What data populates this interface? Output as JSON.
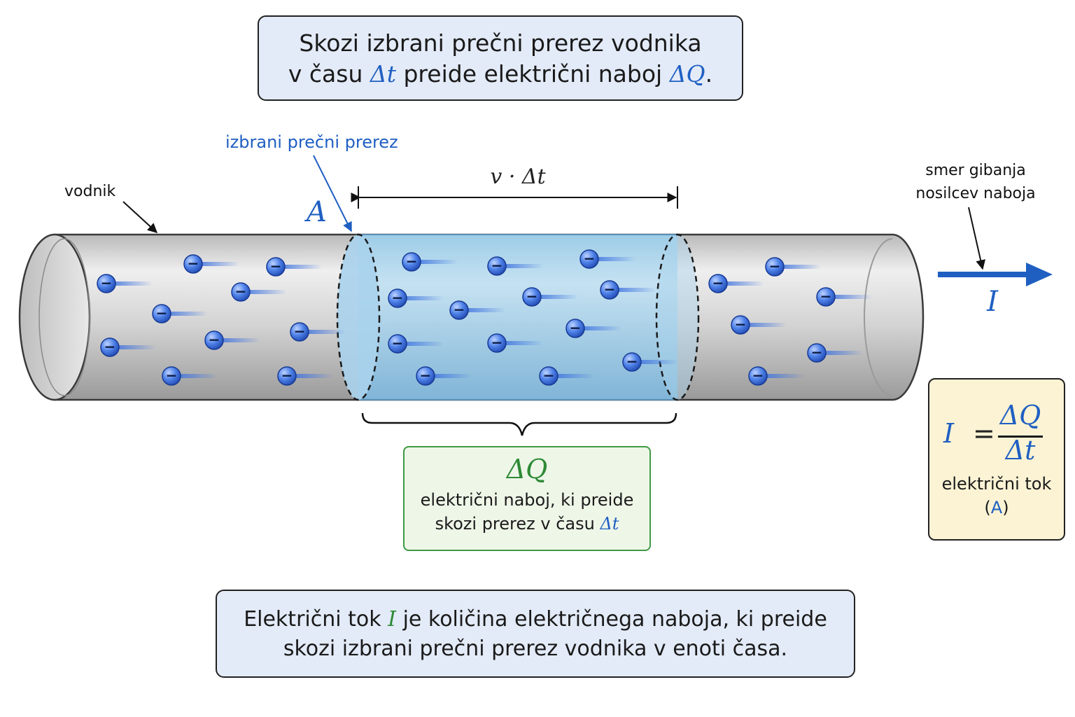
{
  "top_box": {
    "line1": "Skozi izbrani prečni prerez vodnika",
    "line2_pre": "v času",
    "sym_dt": "Δt",
    "line2_mid": "preide električni naboj",
    "sym_dq": "ΔQ",
    "line2_end": "."
  },
  "labels": {
    "cross_section": "izbrani prečni prerez",
    "conductor": "vodnik",
    "area_symbol": "A",
    "length_v": "v · Δt",
    "direction_line1": "smer gibanja",
    "direction_line2": "nosilcev naboja",
    "current_symbol": "I",
    "electron_sign": "−"
  },
  "charge_box": {
    "title": "ΔQ",
    "line1": "električni naboj, ki preide",
    "line2_pre": "skozi prerez v času",
    "sym_dt": "Δt"
  },
  "formula_box": {
    "lhs": "I",
    "eq": "=",
    "numerator": "ΔQ",
    "denominator": "Δt",
    "desc": "električni tok",
    "unit_open": "(",
    "unit": "A",
    "unit_close": ")"
  },
  "bottom_box": {
    "line1_pre": "Električni tok",
    "sym_i": "I",
    "line1_post": "je količina električnega naboja, ki preide",
    "line2": "skozi izbrani prečni prerez vodnika v enoti časa."
  },
  "colors": {
    "accent_blue": "#1f5fc2",
    "charge_green": "#2e8a36",
    "electron_fill": "#3f73e0",
    "highlight_region": "#8ec5e8",
    "conductor_gray": "#d0d0d0",
    "formula_bg": "#fbf3d4",
    "info_bg": "#e3ebf8",
    "charge_bg": "#eef6e8"
  }
}
